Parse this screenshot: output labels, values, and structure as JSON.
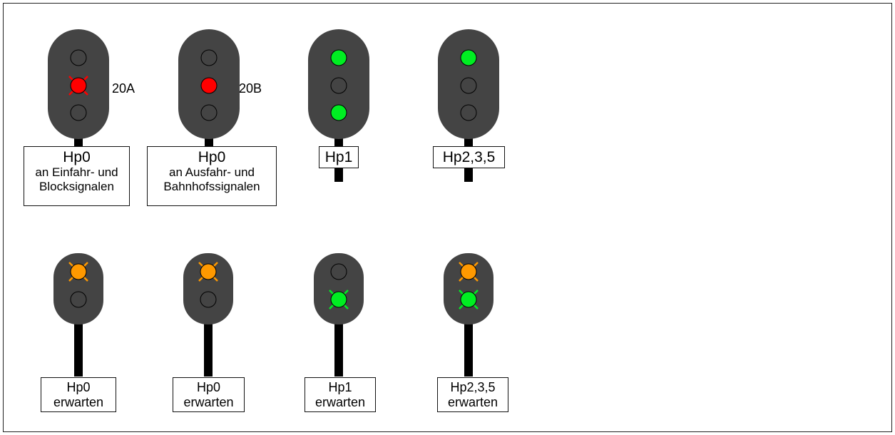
{
  "colors": {
    "body": "#444444",
    "post": "#000000",
    "lamp_off": "#444444",
    "red": "#ff0000",
    "green": "#00ee22",
    "orange": "#ff9900"
  },
  "main_signals": [
    {
      "title": "Hp0",
      "sub1": "an Einfahr- und",
      "sub2": "Blocksignalen",
      "number": "20A",
      "lamps": [
        "off",
        "red",
        "off"
      ],
      "crossed": [
        false,
        true,
        false
      ]
    },
    {
      "title": "Hp0",
      "sub1": "an Ausfahr- und",
      "sub2": "Bahnhofssignalen",
      "number": "20B",
      "lamps": [
        "off",
        "red",
        "off"
      ],
      "crossed": [
        false,
        false,
        false
      ]
    },
    {
      "title": "Hp1",
      "lamps": [
        "green",
        "off",
        "green"
      ],
      "crossed": [
        false,
        false,
        false
      ]
    },
    {
      "title": "Hp2,3,5",
      "lamps": [
        "green",
        "off",
        "off"
      ],
      "crossed": [
        false,
        false,
        false
      ]
    }
  ],
  "distant_signals": [
    {
      "line1": "Hp0",
      "line2": "erwarten",
      "lamps": [
        "orange",
        "off"
      ],
      "crossed": [
        true,
        false
      ]
    },
    {
      "line1": "Hp0",
      "line2": "erwarten",
      "lamps": [
        "orange",
        "off"
      ],
      "crossed": [
        true,
        false
      ]
    },
    {
      "line1": "Hp1",
      "line2": "erwarten",
      "lamps": [
        "off",
        "green"
      ],
      "crossed": [
        false,
        true
      ]
    },
    {
      "line1": "Hp2,3,5",
      "line2": "erwarten",
      "lamps": [
        "orange",
        "green"
      ],
      "crossed": [
        true,
        true
      ]
    }
  ]
}
